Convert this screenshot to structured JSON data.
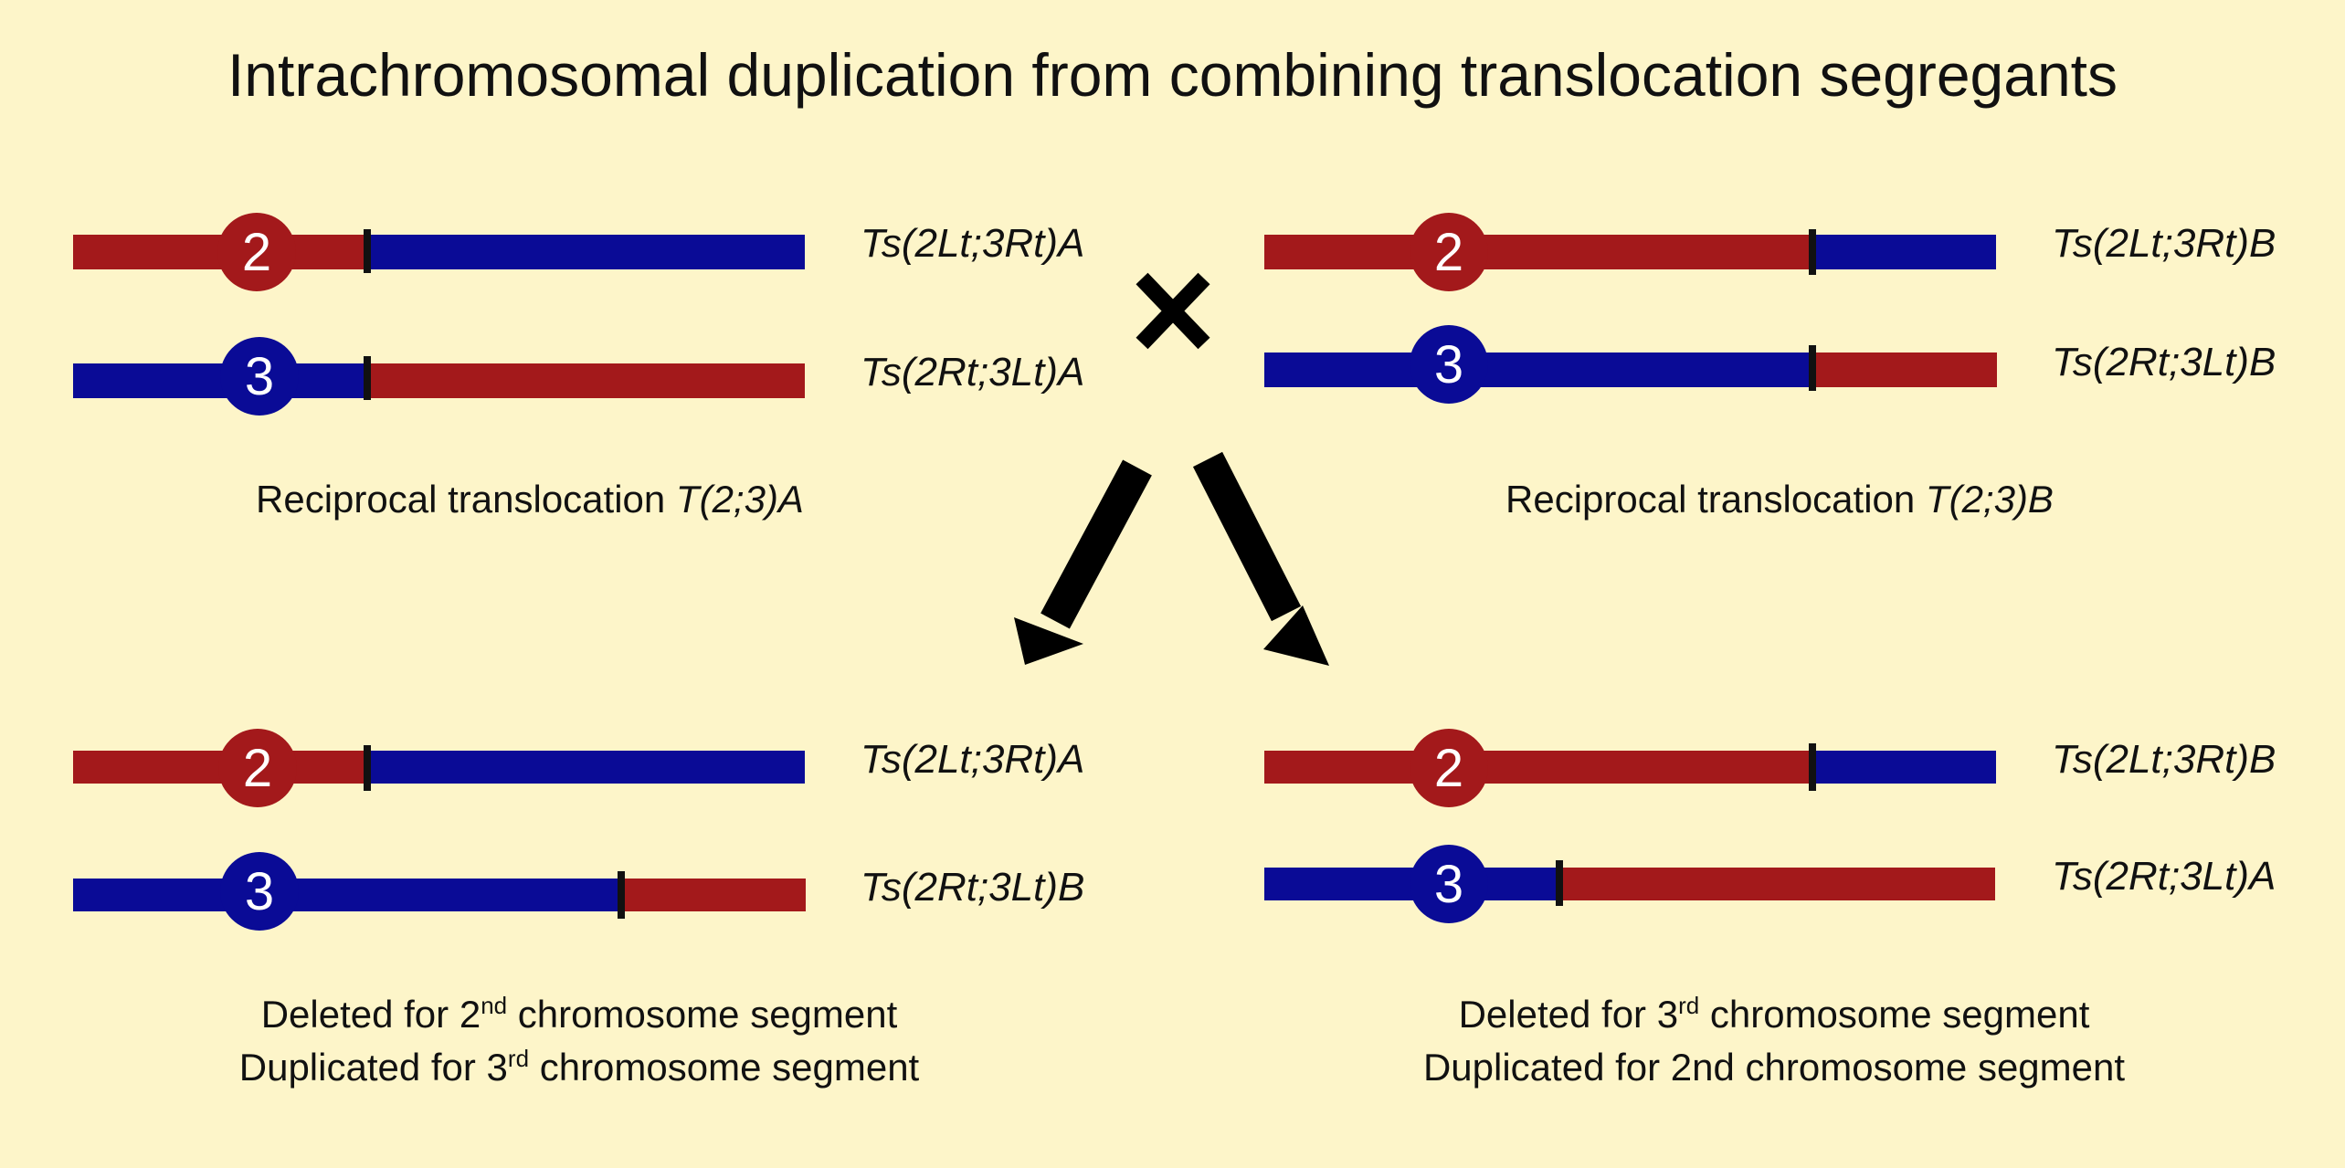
{
  "title": "Intrachromosomal duplication from combining translocation segregants",
  "colors": {
    "red": "#a3191b",
    "blue": "#0a0b96",
    "background": "#fdf5c9",
    "breakpoint": "#111111",
    "arrow": "#000000"
  },
  "chromosomes": {
    "topLeft1": {
      "centromere": "2",
      "label": "Ts(2Lt;3Rt)A"
    },
    "topLeft2": {
      "centromere": "3",
      "label": "Ts(2Rt;3Lt)A"
    },
    "topRight1": {
      "centromere": "2",
      "label": "Ts(2Lt;3Rt)B"
    },
    "topRight2": {
      "centromere": "3",
      "label": "Ts(2Rt;3Lt)B"
    },
    "botLeft1": {
      "centromere": "2",
      "label": "Ts(2Lt;3Rt)A"
    },
    "botLeft2": {
      "centromere": "3",
      "label": "Ts(2Rt;3Lt)B"
    },
    "botRight1": {
      "centromere": "2",
      "label": "Ts(2Lt;3Rt)B"
    },
    "botRight2": {
      "centromere": "3",
      "label": "Ts(2Rt;3Lt)A"
    }
  },
  "cross_symbol": "×",
  "captions": {
    "left": {
      "prefix": "Reciprocal translocation ",
      "name": "T(2;3)A"
    },
    "right": {
      "prefix": "Reciprocal translocation ",
      "name": "T(2;3)B"
    },
    "botLeft": {
      "line1_pre": "Deleted for 2",
      "line1_sup": "nd",
      "line1_post": " chromosome segment",
      "line2_pre": "Duplicated for 3",
      "line2_sup": "rd",
      "line2_post": " chromosome segment"
    },
    "botRight": {
      "line1_pre": "Deleted for 3",
      "line1_sup": "rd",
      "line1_post": " chromosome segment",
      "line2": "Duplicated for 2nd chromosome segment"
    }
  }
}
